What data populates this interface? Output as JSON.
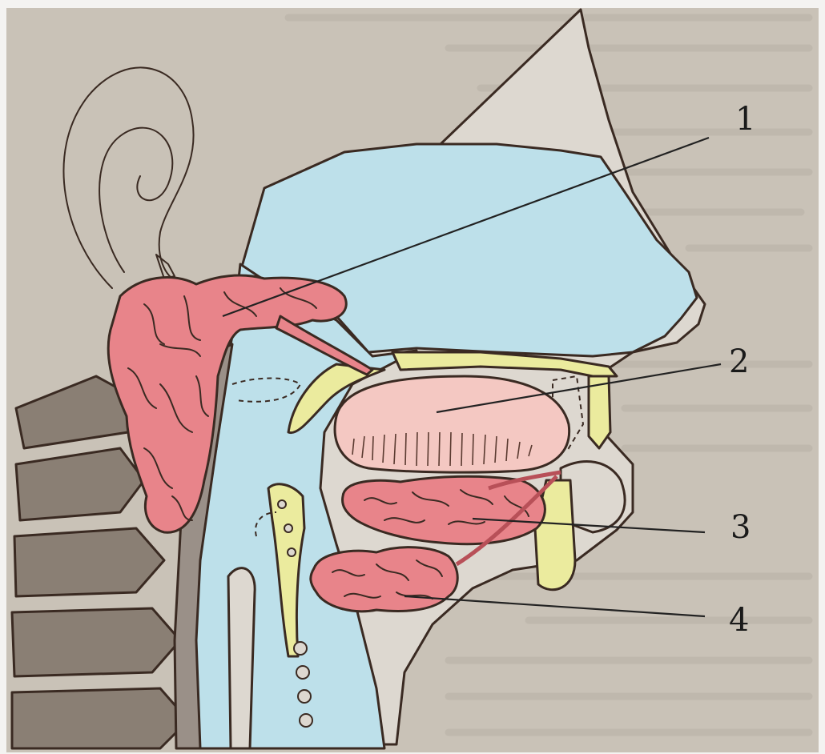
{
  "diagram": {
    "labels": [
      {
        "number": "1",
        "target": "parotid-gland"
      },
      {
        "number": "2",
        "target": "tongue"
      },
      {
        "number": "3",
        "target": "sublingual-gland"
      },
      {
        "number": "4",
        "target": "submandibular-gland"
      }
    ],
    "colors": {
      "background": "#c9c2b7",
      "skin": "#ddd8d0",
      "cavity": "#bde0ea",
      "gland": "#e8848a",
      "tongue": "#f4c8c2",
      "bone": "#ebeb9e",
      "outline": "#3a2a22"
    }
  }
}
